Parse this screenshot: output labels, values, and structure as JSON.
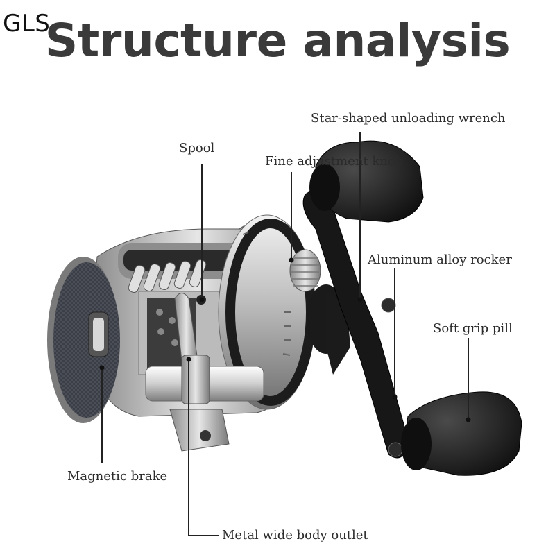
{
  "brand": "GLS",
  "title": "Structure analysis",
  "labels": {
    "star_wrench": "Star-shaped unloading wrench",
    "spool": "Spool",
    "fine_knob": "Fine adjustment knob",
    "alloy_rocker": "Aluminum alloy rocker",
    "soft_grip": "Soft grip pill",
    "magnetic_brake": "Magnetic brake",
    "metal_outlet": "Metal wide body outlet"
  },
  "colors": {
    "text": "#2b2b2b",
    "title": "#3a3a3a",
    "leader": "#222222",
    "reel_silver": "#c9c9c9",
    "reel_dark": "#1e1e1e",
    "carbon": "#3a3d44"
  }
}
